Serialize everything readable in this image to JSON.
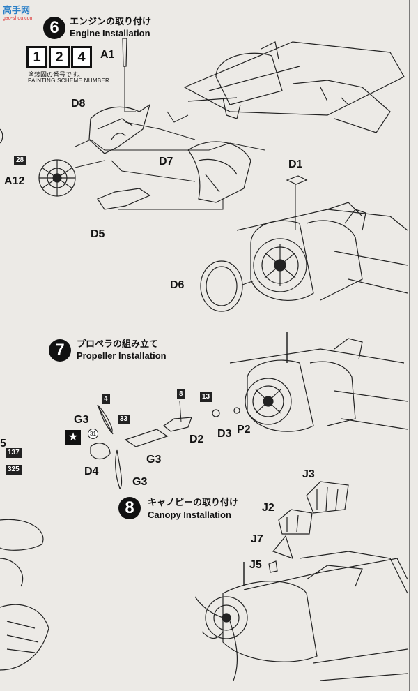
{
  "watermark": {
    "brand": "高手网",
    "url": "gao-shou.com"
  },
  "step6": {
    "number": "6",
    "title_ja": "エンジンの取り付け",
    "title_en": "Engine Installation",
    "schemes": [
      "1",
      "2",
      "4"
    ],
    "scheme_ja": "塗装図の番号です。",
    "scheme_en": "PAINTING SCHEME NUMBER",
    "color_badge": "28",
    "parts": {
      "a1": "A1",
      "d8": "D8",
      "d7": "D7",
      "a12": "A12",
      "d1": "D1",
      "d5": "D5",
      "d6": "D6"
    }
  },
  "step7": {
    "number": "7",
    "title_ja": "プロペラの組み立て",
    "title_en": "Propeller Installation",
    "color_badges": {
      "c4": "4",
      "c8": "8",
      "c13": "13",
      "c33": "33",
      "c31": "31"
    },
    "parts": {
      "g3_top": "G3",
      "g3_mid": "G3",
      "g3_bottom": "G3",
      "d4": "D4",
      "d2": "D2",
      "d3": "D3",
      "p2": "P2"
    }
  },
  "step8": {
    "number": "8",
    "title_ja": "キャノピーの取り付け",
    "title_en": "Canopy Installation",
    "parts": {
      "j3": "J3",
      "j2": "J2",
      "j7": "J7",
      "j5": "J5"
    }
  },
  "left_margin": {
    "c137": "137",
    "c325": "325",
    "fragment": "5"
  }
}
